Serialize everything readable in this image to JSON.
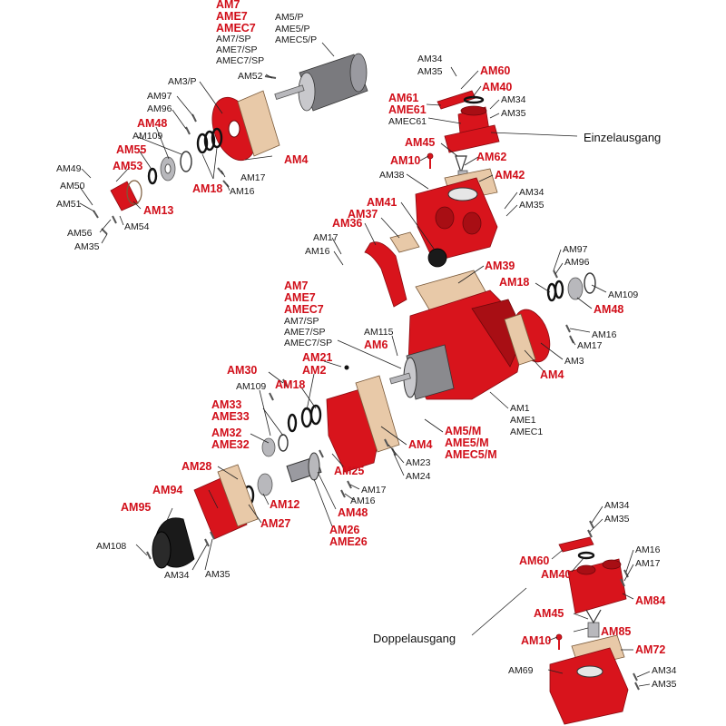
{
  "labels": {
    "am7_a": "AM7",
    "ame7_a": "AME7",
    "amec7_a": "AMEC7",
    "am5p": "AM5/P",
    "ame5p": "AME5/P",
    "amec5p": "AMEC5/P",
    "am7sp_a": "AM7/SP",
    "ame7sp_a": "AME7/SP",
    "amec7sp_a": "AMEC7/SP",
    "am52": "AM52",
    "am3p": "AM3/P",
    "am97_a": "AM97",
    "am96_a": "AM96",
    "am48_a": "AM48",
    "am109_a": "AM109",
    "am55": "AM55",
    "am53": "AM53",
    "am49": "AM49",
    "am50": "AM50",
    "am51": "AM51",
    "am56": "AM56",
    "am35_a": "AM35",
    "am54": "AM54",
    "am13": "AM13",
    "am18_a": "AM18",
    "am17_a": "AM17",
    "am16_a": "AM16",
    "am4_a": "AM4",
    "am34_a": "AM34",
    "am35_b": "AM35",
    "am60_a": "AM60",
    "am40_a": "AM40",
    "am61": "AM61",
    "ame61": "AME61",
    "amec61": "AMEC61",
    "am34_b": "AM34",
    "am35_c": "AM35",
    "einzelausgang": "Einzelausgang",
    "am45_a": "AM45",
    "am62": "AM62",
    "am10_a": "AM10",
    "am42": "AM42",
    "am38": "AM38",
    "am34_c": "AM34",
    "am35_d": "AM35",
    "am41": "AM41",
    "am37": "AM37",
    "am36": "AM36",
    "am17_b": "AM17",
    "am16_b": "AM16",
    "am39": "AM39",
    "am97_b": "AM97",
    "am96_b": "AM96",
    "am18_b": "AM18",
    "am109_b": "AM109",
    "am48_b": "AM48",
    "am7_b": "AM7",
    "ame7_b": "AME7",
    "amec7_b": "AMEC7",
    "am7sp_b": "AM7/SP",
    "ame7sp_b": "AME7/SP",
    "amec7sp_b": "AMEC7/SP",
    "am115": "AM115",
    "am6": "AM6",
    "am16_c": "AM16",
    "am17_c": "AM17",
    "am3": "AM3",
    "am4_b": "AM4",
    "am30": "AM30",
    "am21": "AM21",
    "am2": "AM2",
    "am18_c": "AM18",
    "am109_c": "AM109",
    "am33": "AM33",
    "ame33": "AME33",
    "am32": "AM32",
    "ame32": "AME32",
    "am1": "AM1",
    "ame1": "AME1",
    "amec1": "AMEC1",
    "am5m": "AM5/M",
    "ame5m": "AME5/M",
    "amec5m": "AMEC5/M",
    "am4_c": "AM4",
    "am23": "AM23",
    "am24": "AM24",
    "am25": "AM25",
    "am28": "AM28",
    "am94": "AM94",
    "am95": "AM95",
    "am12": "AM12",
    "am27": "AM27",
    "am17_d": "AM17",
    "am16_d": "AM16",
    "am48_c": "AM48",
    "am26": "AM26",
    "ame26": "AME26",
    "am108": "AM108",
    "am34_d": "AM34",
    "am35_e": "AM35",
    "am34_e": "AM34",
    "am35_f": "AM35",
    "am60_b": "AM60",
    "am40_b": "AM40",
    "am16_e": "AM16",
    "am17_e": "AM17",
    "am84": "AM84",
    "doppelausgang": "Doppelausgang",
    "am45_b": "AM45",
    "am85": "AM85",
    "am10_b": "AM10",
    "am72": "AM72",
    "am69": "AM69",
    "am34_f": "AM34",
    "am35_g": "AM35"
  }
}
